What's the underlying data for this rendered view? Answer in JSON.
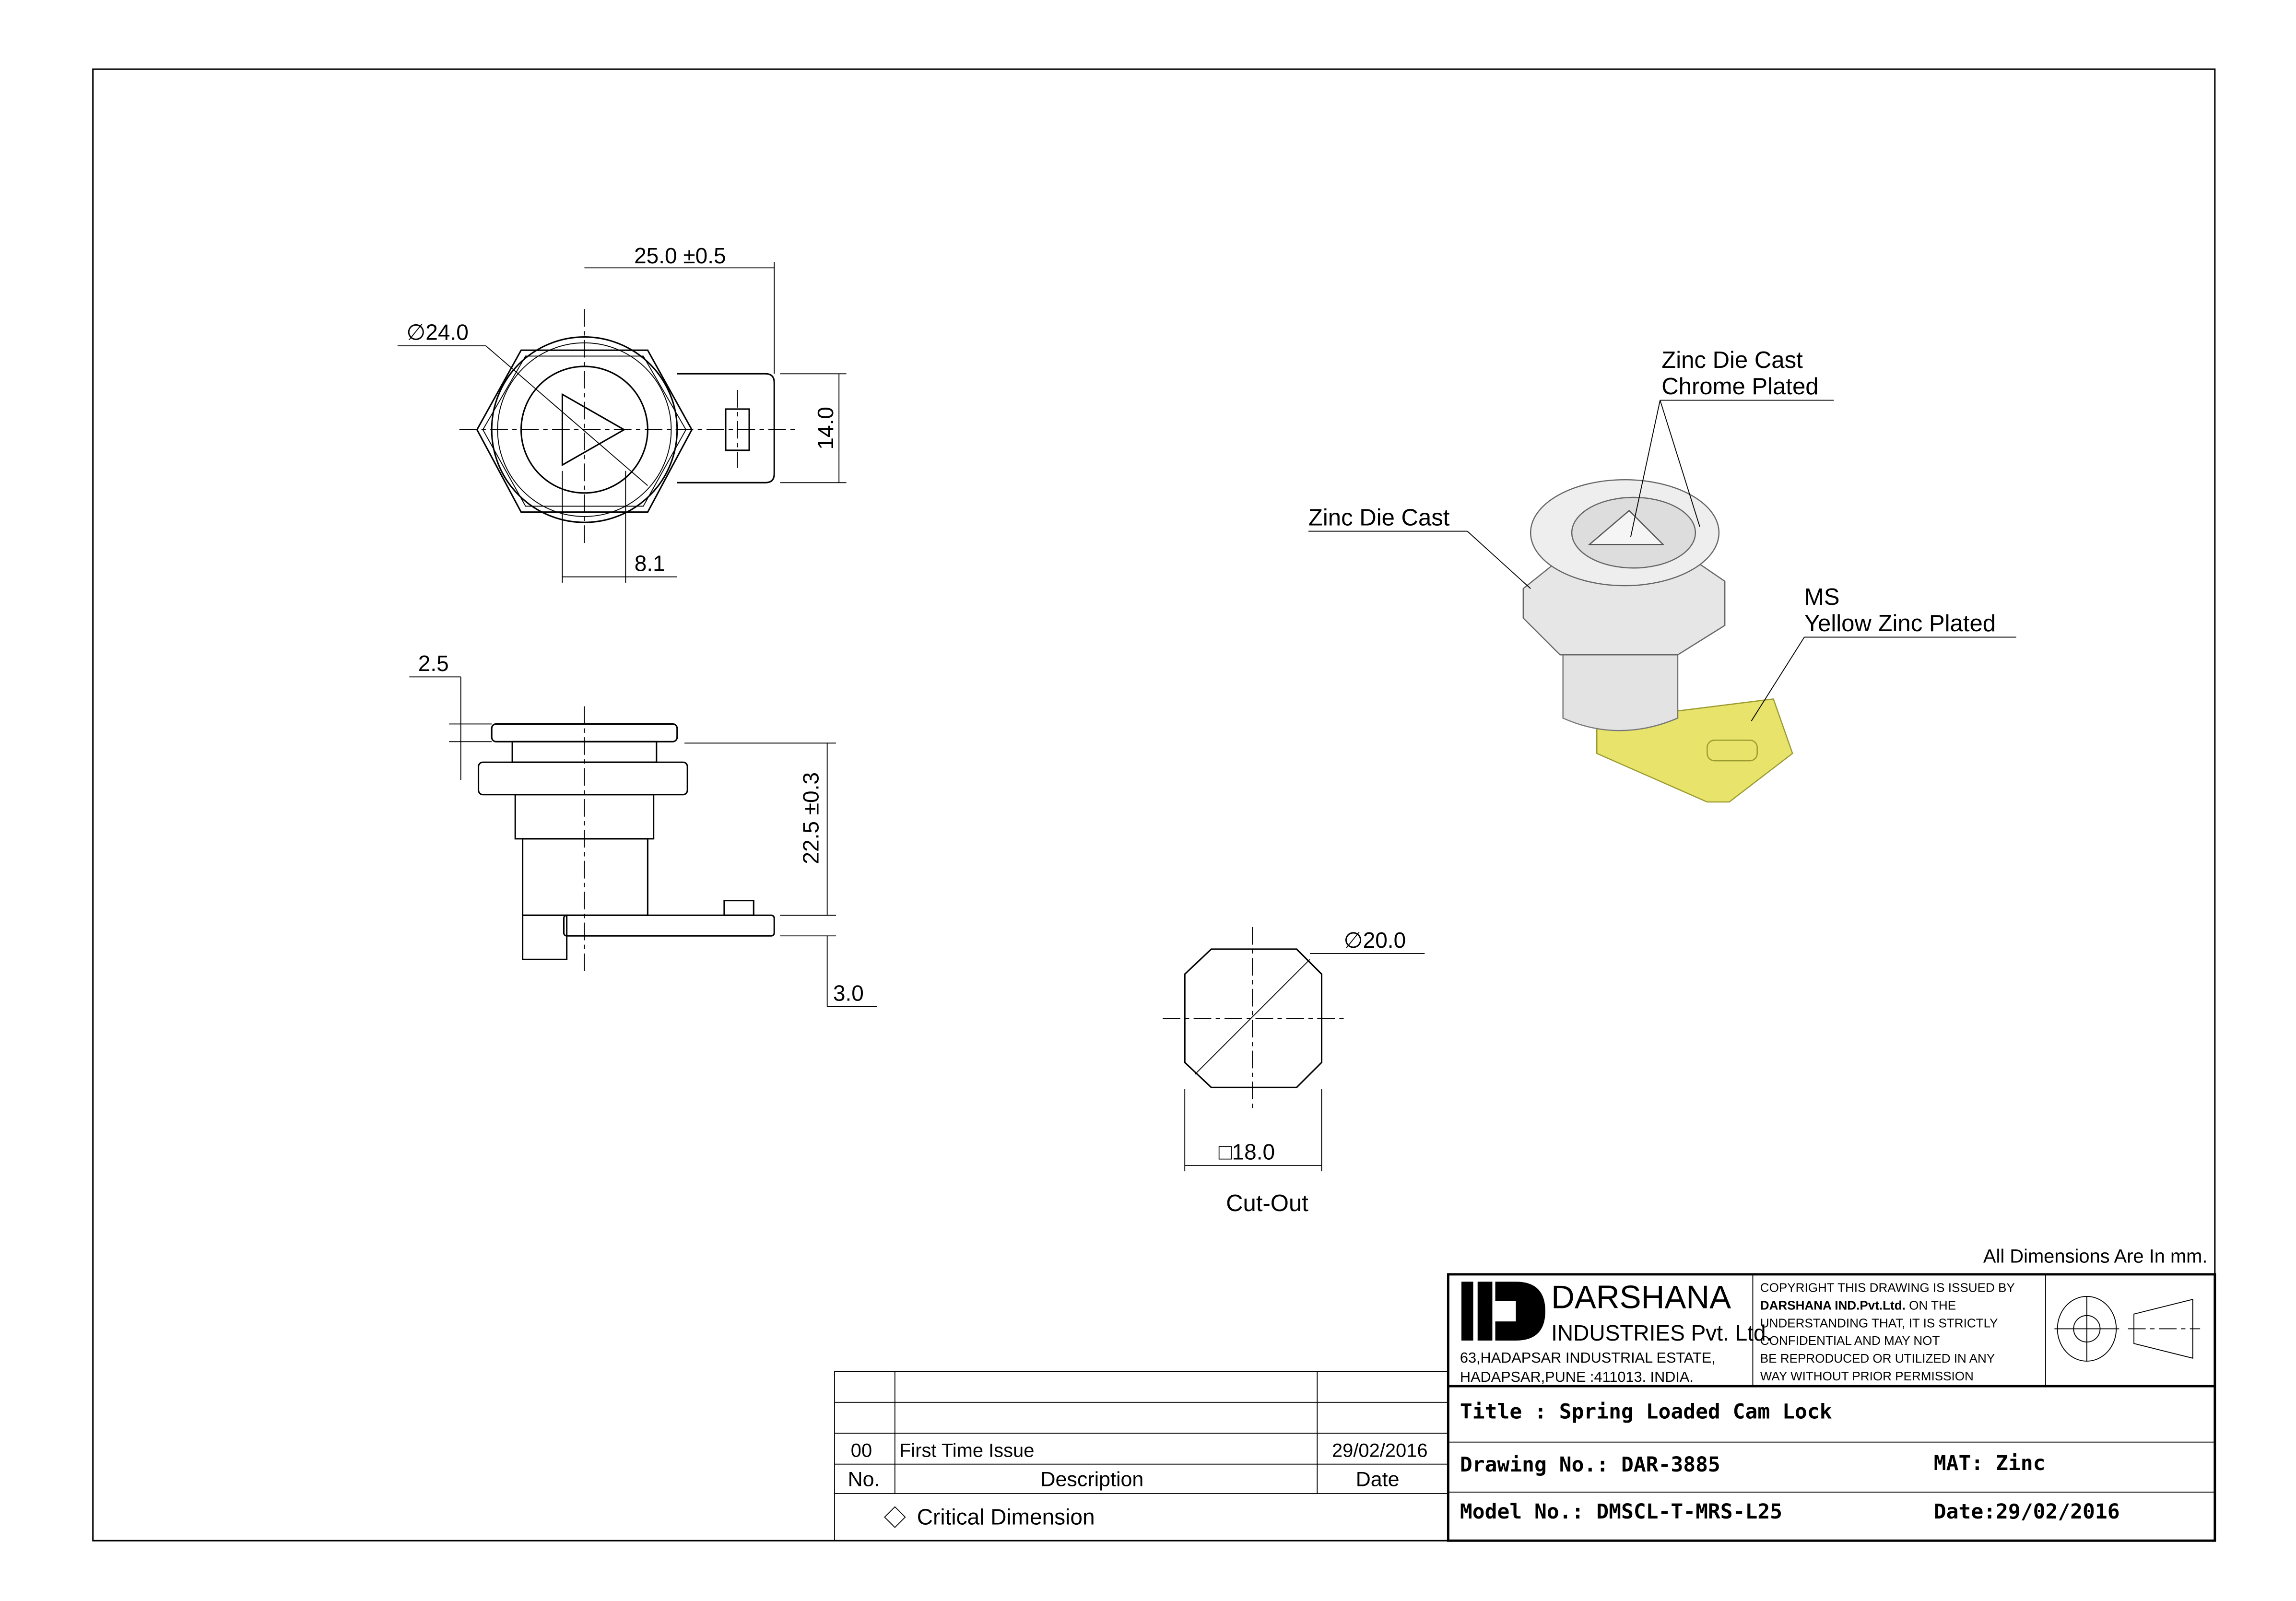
{
  "dimensions": {
    "width": "25.0 ±0.5",
    "dia24": "∅24.0",
    "h14": "14.0",
    "d81": "8.1",
    "t25": "2.5",
    "h225": "22.5 ±0.3",
    "t30": "3.0",
    "dia20": "∅20.0",
    "sq18": "□18.0",
    "cutout": "Cut-Out"
  },
  "callouts": {
    "top1": "Zinc Die Cast",
    "top2": "Chrome Plated",
    "left": "Zinc Die Cast",
    "right1": "MS",
    "right2": "Yellow Zinc Plated"
  },
  "note": "All Dimensions Are In mm.",
  "company": {
    "name": "DARSHANA",
    "sub": "INDUSTRIES Pvt. Ltd.",
    "addr1": "63,HADAPSAR INDUSTRIAL ESTATE,",
    "addr2": "HADAPSAR,PUNE :411013. INDIA.",
    "copyright": [
      "COPYRIGHT THIS DRAWING IS ISSUED BY",
      "DARSHANA IND.Pvt.Ltd.",
      "ON THE",
      "UNDERSTANDING THAT, IT IS STRICTLY",
      "CONFIDENTIAL AND MAY NOT",
      "BE REPRODUCED OR UTILIZED IN ANY",
      "WAY WITHOUT PRIOR PERMISSION"
    ]
  },
  "title_block": {
    "title": "Title : Spring Loaded Cam Lock",
    "drawing_no": "Drawing No.: DAR-3885",
    "mat": "MAT: Zinc",
    "model_no": "Model No.: DMSCL-T-MRS-L25",
    "date": "Date:29/02/2016"
  },
  "revisions": {
    "rows": [
      {
        "no": "00",
        "description": "First Time Issue",
        "date": "29/02/2016"
      }
    ],
    "headers": {
      "no": "No.",
      "description": "Description",
      "date": "Date"
    },
    "critical": "Critical Dimension"
  },
  "colors": {
    "plating": "#e8e36a"
  }
}
